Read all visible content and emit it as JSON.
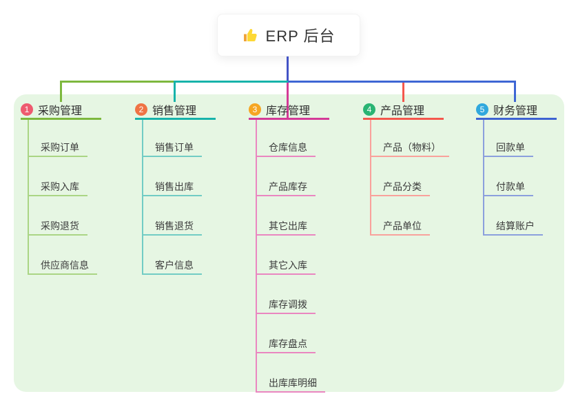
{
  "root": {
    "title": "ERP 后台",
    "icon": "thumbs-up-icon"
  },
  "branches": [
    {
      "index": "1",
      "label": "采购管理",
      "badge_color": "#ee5a6f",
      "main_color": "#7db83e",
      "light_color": "#aad584",
      "items": [
        "采购订单",
        "采购入库",
        "采购退货",
        "供应商信息"
      ]
    },
    {
      "index": "2",
      "label": "销售管理",
      "badge_color": "#ef7345",
      "main_color": "#17b3aa",
      "light_color": "#71ccc4",
      "items": [
        "销售订单",
        "销售出库",
        "销售退货",
        "客户信息"
      ]
    },
    {
      "index": "3",
      "label": "库存管理",
      "badge_color": "#f6a623",
      "main_color": "#d43a97",
      "light_color": "#ea86c0",
      "items": [
        "仓库信息",
        "产品库存",
        "其它出库",
        "其它入库",
        "库存调拨",
        "库存盘点",
        "出库库明细"
      ]
    },
    {
      "index": "4",
      "label": "产品管理",
      "badge_color": "#29b473",
      "main_color": "#f4574d",
      "light_color": "#f9a19b",
      "items": [
        "产品（物料）",
        "产品分类",
        "产品单位"
      ]
    },
    {
      "index": "5",
      "label": "财务管理",
      "badge_color": "#30a8dd",
      "main_color": "#3e63d2",
      "light_color": "#8b9fdd",
      "items": [
        "回款单",
        "付款单",
        "结算账户"
      ]
    }
  ],
  "colors": {
    "panel_bg": "#e6f6e3",
    "root_line": "#4353c6",
    "bus_green": "#7db83e",
    "bus_teal": "#17b3aa",
    "bus_blue": "#3e66d4",
    "drop_magenta": "#d43a97",
    "drop_red": "#f4574d"
  }
}
